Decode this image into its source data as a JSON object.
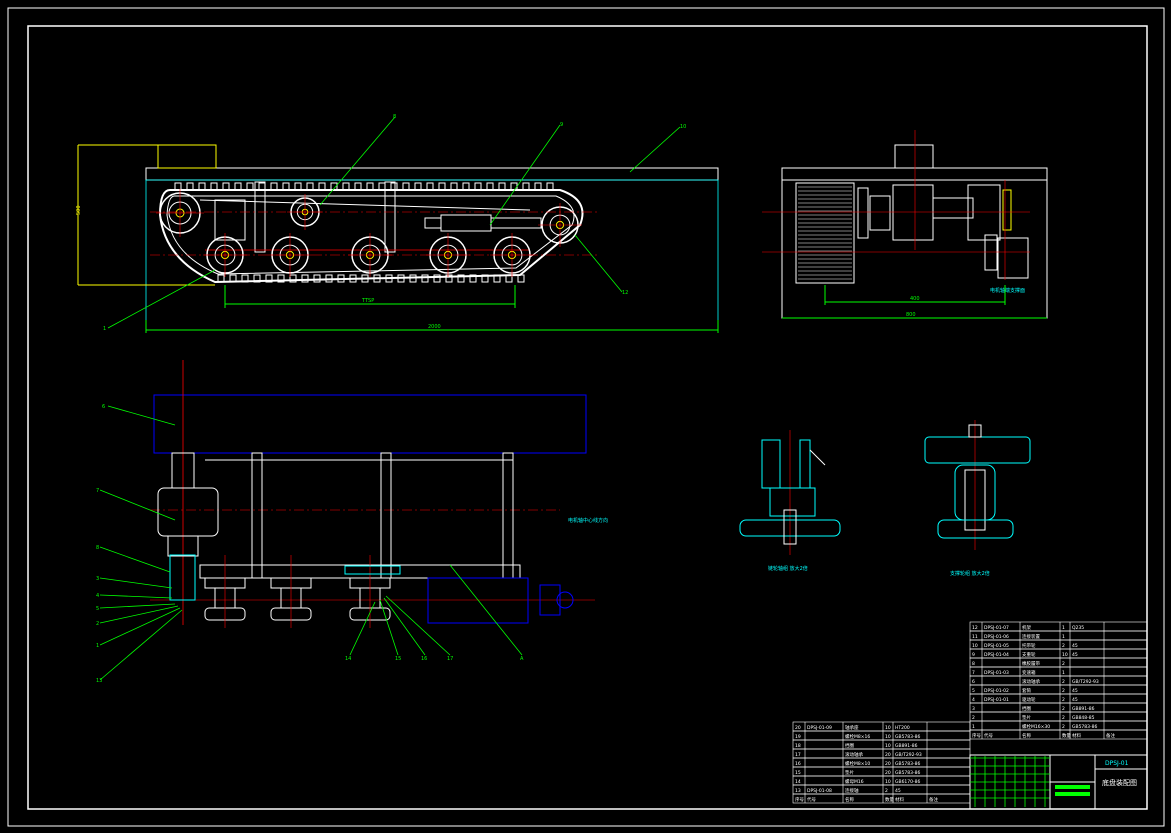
{
  "drawing": {
    "dimensions": {
      "track_pitch": "TTSP",
      "overall_length": "2000",
      "height": "500",
      "side_width": "400",
      "side_length": "800"
    },
    "annotations": {
      "side_note": "电机轴端支撑面",
      "bottom_note": "电机轴中心线方向",
      "detail_a": "链轮轴组 放大2倍",
      "detail_b": "支撑轮组 放大2倍"
    },
    "leaders_top": [
      "8",
      "9",
      "10",
      "1",
      "12"
    ],
    "leaders_bottom": [
      "6",
      "7",
      "8",
      "3",
      "4",
      "5",
      "2",
      "1",
      "13",
      "14",
      "15",
      "16",
      "17",
      "A"
    ],
    "colors": {
      "border": "#ffffff",
      "cyan": "#00ffff",
      "red": "#ff0000",
      "green": "#00ff00",
      "blue": "#0000ff",
      "yellow": "#ffff00"
    }
  },
  "bom_right": {
    "rows": [
      [
        "12",
        "DPSJ-01-07",
        "机架",
        "1",
        "Q235"
      ],
      [
        "11",
        "DPSJ-01-06",
        "连接装置",
        "1",
        ""
      ],
      [
        "10",
        "DPSJ-01-05",
        "托带轮",
        "2",
        "45"
      ],
      [
        "9",
        "DPSJ-01-04",
        "支重轮",
        "10",
        "45"
      ],
      [
        "8",
        "",
        "橡胶履带",
        "2",
        ""
      ],
      [
        "7",
        "DPSJ-01-03",
        "变速箱",
        "1",
        ""
      ],
      [
        "6",
        "",
        "滚动轴承",
        "2",
        "GB/T292-93"
      ],
      [
        "5",
        "DPSJ-01-02",
        "套筒",
        "2",
        "45"
      ],
      [
        "4",
        "DPSJ-01-01",
        "驱动轮",
        "2",
        "45"
      ],
      [
        "3",
        "",
        "挡圈",
        "2",
        "GB891-86"
      ],
      [
        "2",
        "",
        "垫片",
        "2",
        "GB848-85"
      ],
      [
        "1",
        "",
        "螺栓M16×30",
        "2",
        "GB5783-86"
      ]
    ],
    "header": [
      "序号",
      "代号",
      "名称",
      "数量",
      "材料",
      "备注"
    ]
  },
  "bom_left": {
    "rows": [
      [
        "20",
        "DPSJ-01-09",
        "轴承座",
        "10",
        "HT200"
      ],
      [
        "19",
        "",
        "螺栓M8×16",
        "10",
        "GB5783-86"
      ],
      [
        "18",
        "",
        "挡圈",
        "10",
        "GB891-86"
      ],
      [
        "17",
        "",
        "滚动轴承",
        "20",
        "GB/T292-93"
      ],
      [
        "16",
        "",
        "螺栓M8×10",
        "20",
        "GB5783-86"
      ],
      [
        "15",
        "",
        "垫片",
        "20",
        "GB5783-86"
      ],
      [
        "14",
        "",
        "螺母M16",
        "10",
        "GB6170-86"
      ],
      [
        "13",
        "DPSJ-01-08",
        "连接轴",
        "2",
        "45"
      ]
    ],
    "header": [
      "序号",
      "代号",
      "名称",
      "数量",
      "材料",
      "备注"
    ]
  },
  "title_block": {
    "drawing_no": "DPSJ-01",
    "title": "底盘装配图"
  }
}
